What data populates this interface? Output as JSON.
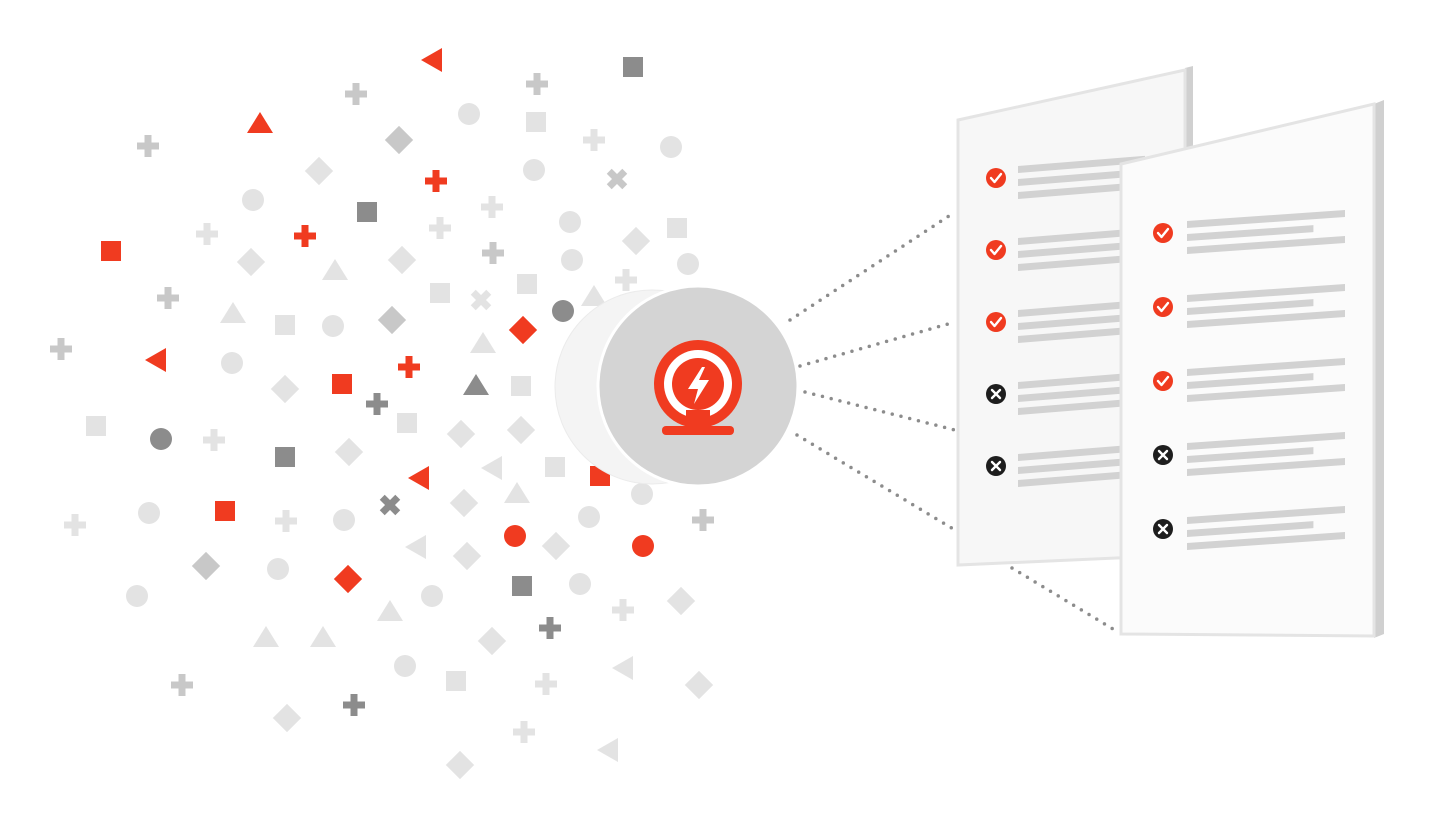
{
  "colors": {
    "accent": "#f03b20",
    "grey_dark": "#8c8c8c",
    "grey_mid": "#c8c8c8",
    "grey_light": "#e3e3e3",
    "paper": "#f7f7f7",
    "paper_edge": "#d0d0d0",
    "line": "#d2d2d2",
    "fail": "#1e1e1e"
  },
  "icons": {
    "hub": "lightning-bolt-icon",
    "pass": "checkmark-icon",
    "fail": "x-mark-icon"
  },
  "documents": [
    {
      "name": "back-document",
      "results": [
        "pass",
        "pass",
        "pass",
        "fail",
        "fail"
      ]
    },
    {
      "name": "front-document",
      "results": [
        "pass",
        "pass",
        "pass",
        "fail",
        "fail"
      ]
    }
  ]
}
